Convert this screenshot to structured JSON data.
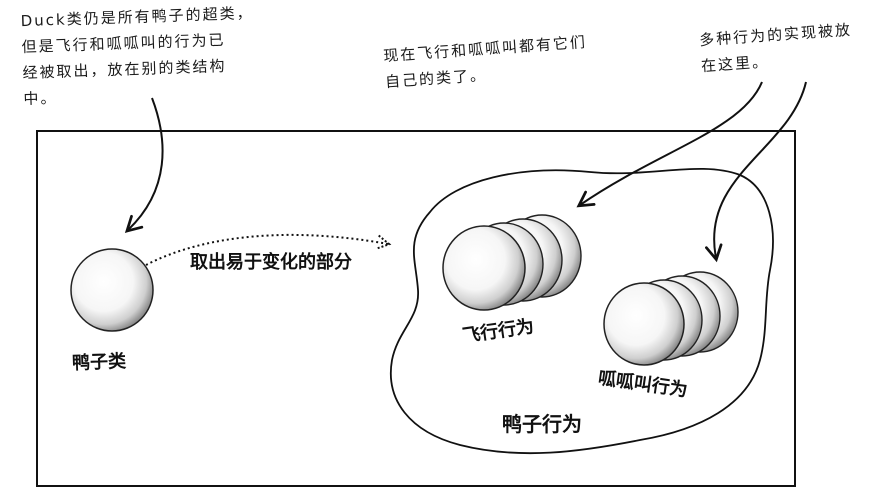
{
  "notes": {
    "top_left": [
      "Duck类仍是所有鸭子的超类，",
      "但是飞行和呱呱叫的行为已",
      "经被取出，放在别的类结构",
      "中。"
    ],
    "top_center": [
      "现在飞行和呱呱叫都有它们",
      "自己的类了。"
    ],
    "top_right": [
      "多种行为的实现被放",
      "在这里。"
    ]
  },
  "labels": {
    "duck_class": "鸭子类",
    "extract": "取出易于变化的部分",
    "fly_behavior": "飞行行为",
    "quack_behavior": "呱呱叫行为",
    "duck_behaviors": "鸭子行为"
  }
}
